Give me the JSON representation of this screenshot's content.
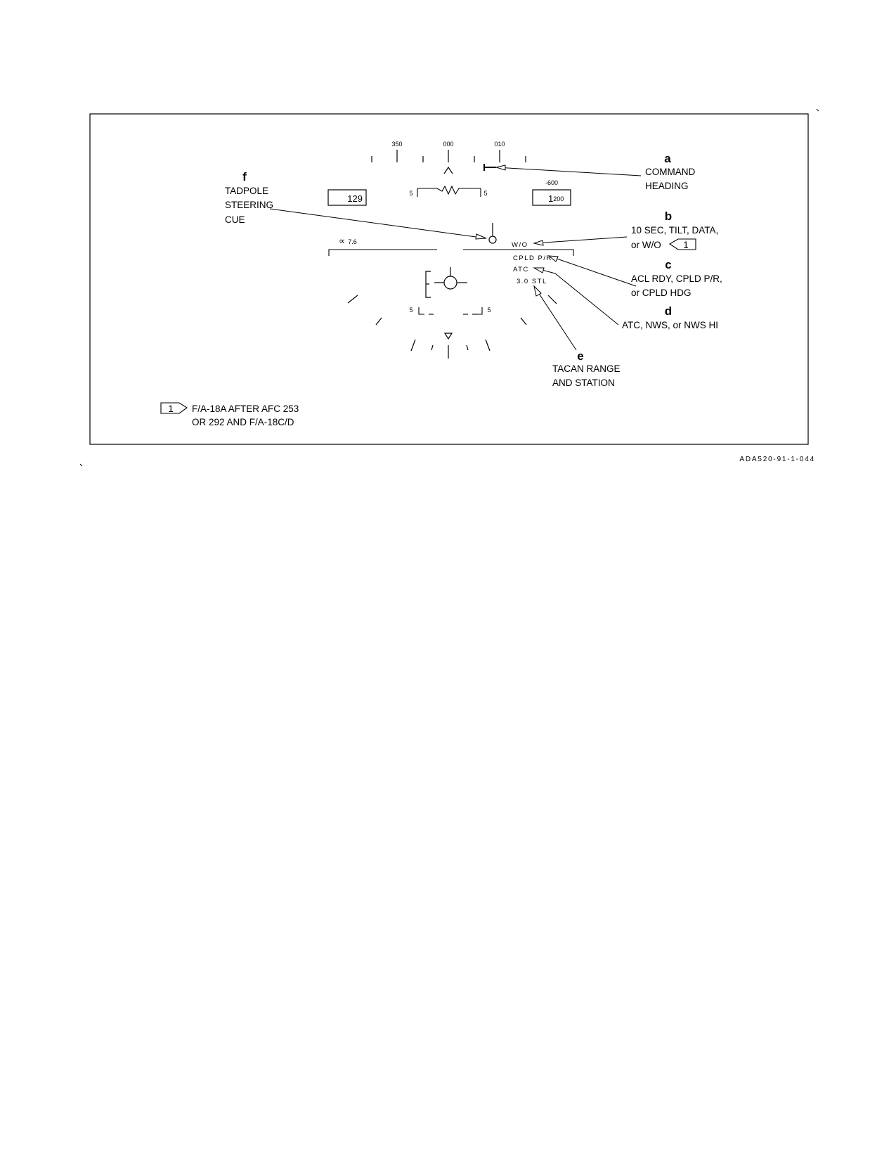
{
  "heading_scale": {
    "left": "350",
    "center": "000",
    "right": "010"
  },
  "airspeed": "129",
  "pitch_left": "5",
  "pitch_right": "5",
  "vertical_velocity": "-600",
  "altitude_big": "1",
  "altitude_small": "200",
  "aoa_symbol": "∝",
  "aoa_value": "7.6",
  "lower_pitch_left": "5",
  "lower_pitch_right": "5",
  "hud_status": {
    "line1": "W/O",
    "line2": "CPLD P/R",
    "line3": "ATC",
    "line4": "3.0 STL"
  },
  "callouts": {
    "a": {
      "letter": "a",
      "line1": "COMMAND",
      "line2": "HEADING"
    },
    "b": {
      "letter": "b",
      "line1": "10 SEC, TILT, DATA,",
      "line2": "or W/O"
    },
    "c": {
      "letter": "c",
      "line1": "ACL RDY, CPLD P/R,",
      "line2": "or CPLD HDG"
    },
    "d": {
      "letter": "d",
      "line1": "ATC, NWS, or NWS HI"
    },
    "e": {
      "letter": "e",
      "line1": "TACAN RANGE",
      "line2": "AND STATION"
    },
    "f": {
      "letter": "f",
      "line1": "TADPOLE",
      "line2": "STEERING",
      "line3": "CUE"
    }
  },
  "note_flag": "1",
  "note": {
    "line1": "F/A-18A AFTER AFC 253",
    "line2": "OR 292 AND F/A-18C/D"
  },
  "figure_code": "ADA520-91-1-044"
}
